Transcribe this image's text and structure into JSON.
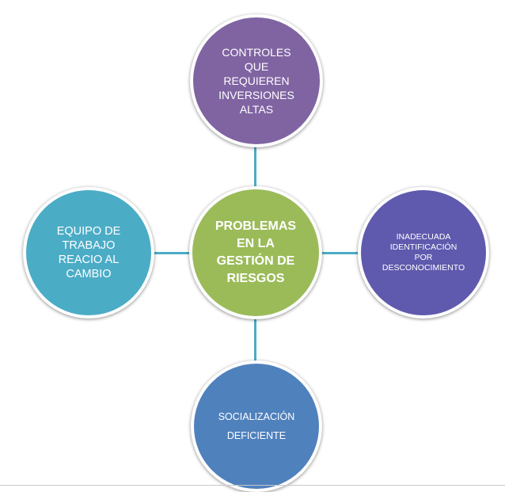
{
  "center": {
    "label": "PROBLEMAS\nEN LA\nGESTIÓN DE\nRIESGOS",
    "color": "#9bbb59"
  },
  "nodes": [
    {
      "id": "top",
      "label": "CONTROLES\nQUE\nREQUIEREN\nINVERSIONES\nALTAS",
      "color": "#8064a2"
    },
    {
      "id": "right",
      "label": "INADECUADA\nIDENTIFICACIÓN\nPOR\nDESCONOCIMIENTO",
      "color": "#5f5aae"
    },
    {
      "id": "bottom",
      "label": "SOCIALIZACIÓN\n\nDEFICIENTE",
      "color": "#4f81bd"
    },
    {
      "id": "left",
      "label": "EQUIPO DE\nTRABAJO\nREACIO AL\nCAMBIO",
      "color": "#4bacc6"
    }
  ],
  "connector_color": "#4bacc6"
}
